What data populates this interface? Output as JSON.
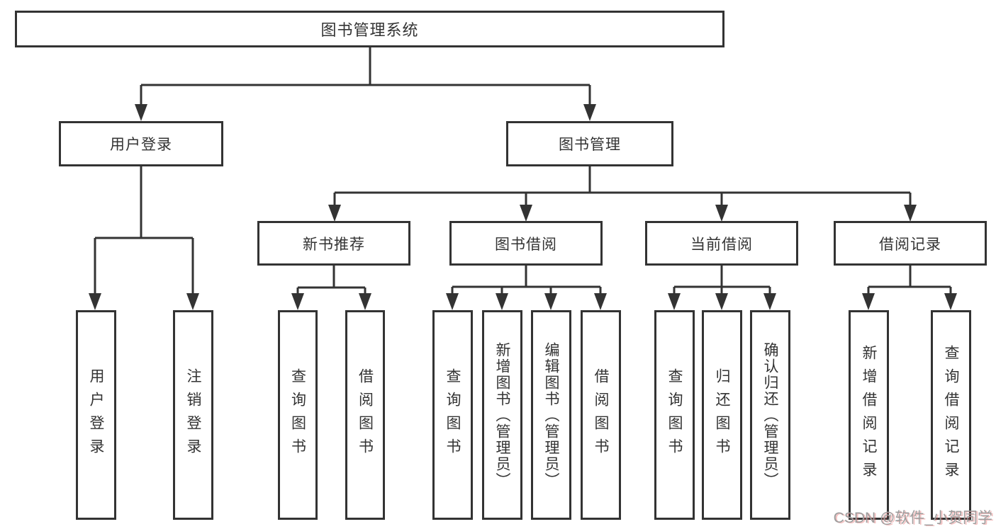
{
  "diagram": {
    "root": {
      "label": "图书管理系统"
    },
    "level2": [
      {
        "label": "用户登录"
      },
      {
        "label": "图书管理"
      }
    ],
    "level3": [
      {
        "label": "新书推荐"
      },
      {
        "label": "图书借阅"
      },
      {
        "label": "当前借阅"
      },
      {
        "label": "借阅记录"
      }
    ],
    "leaves": {
      "user_login": [
        {
          "label": "用户登录"
        },
        {
          "label": "注销登录"
        }
      ],
      "new_books": [
        {
          "label": "查询图书"
        },
        {
          "label": "借阅图书"
        }
      ],
      "book_borrow": [
        {
          "label": "查询图书"
        },
        {
          "label": "新增图书（管理员）"
        },
        {
          "label": "编辑图书（管理员）"
        },
        {
          "label": "借阅图书"
        }
      ],
      "current_borrow": [
        {
          "label": "查询图书"
        },
        {
          "label": "归还图书"
        },
        {
          "label": "确认归还（管理员）"
        }
      ],
      "borrow_records": [
        {
          "label": "新增借阅记录"
        },
        {
          "label": "查询借阅记录"
        }
      ]
    },
    "colors": {
      "line": "#333333",
      "text": "#333333",
      "watermark": "#9d9d9d",
      "background": "#ffffff"
    },
    "watermark": "CSDN @软件_小贺同学"
  }
}
